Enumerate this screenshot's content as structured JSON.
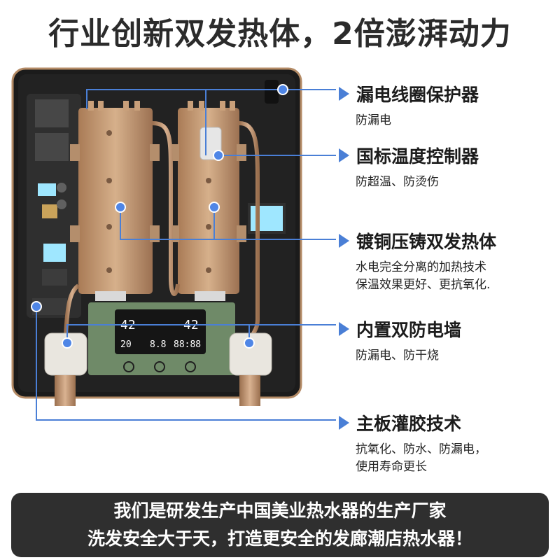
{
  "headline": "行业创新双发热体，2倍澎湃动力",
  "callouts": [
    {
      "title": "漏电线圈保护器",
      "desc": "防漏电"
    },
    {
      "title": "国标温度控制器",
      "desc": "防超温、防烫伤"
    },
    {
      "title": "镀铜压铸双发热体",
      "desc": "水电完全分离的加热技术\n保温效果更好、更抗氧化."
    },
    {
      "title": "内置双防电墙",
      "desc": "防漏电、防干烧"
    },
    {
      "title": "主板灌胶技术",
      "desc": "抗氧化、防水、防漏电，\n使用寿命更长"
    }
  ],
  "display": {
    "temp_left": "42",
    "temp_right": "42",
    "small_left": "20",
    "mid": "8.8",
    "right": "88:88"
  },
  "footer": {
    "line1": "我们是研发生产中国美业热水器的生产厂家",
    "line2": "洗发安全大于天，打造更安全的发廊潮店热水器！"
  },
  "colors": {
    "accent": "#4a7fd6",
    "dot": "#4f86e6",
    "panel": "#2f2f2f",
    "heater": "#c9a07a",
    "display_bg": "#6f8a68"
  }
}
